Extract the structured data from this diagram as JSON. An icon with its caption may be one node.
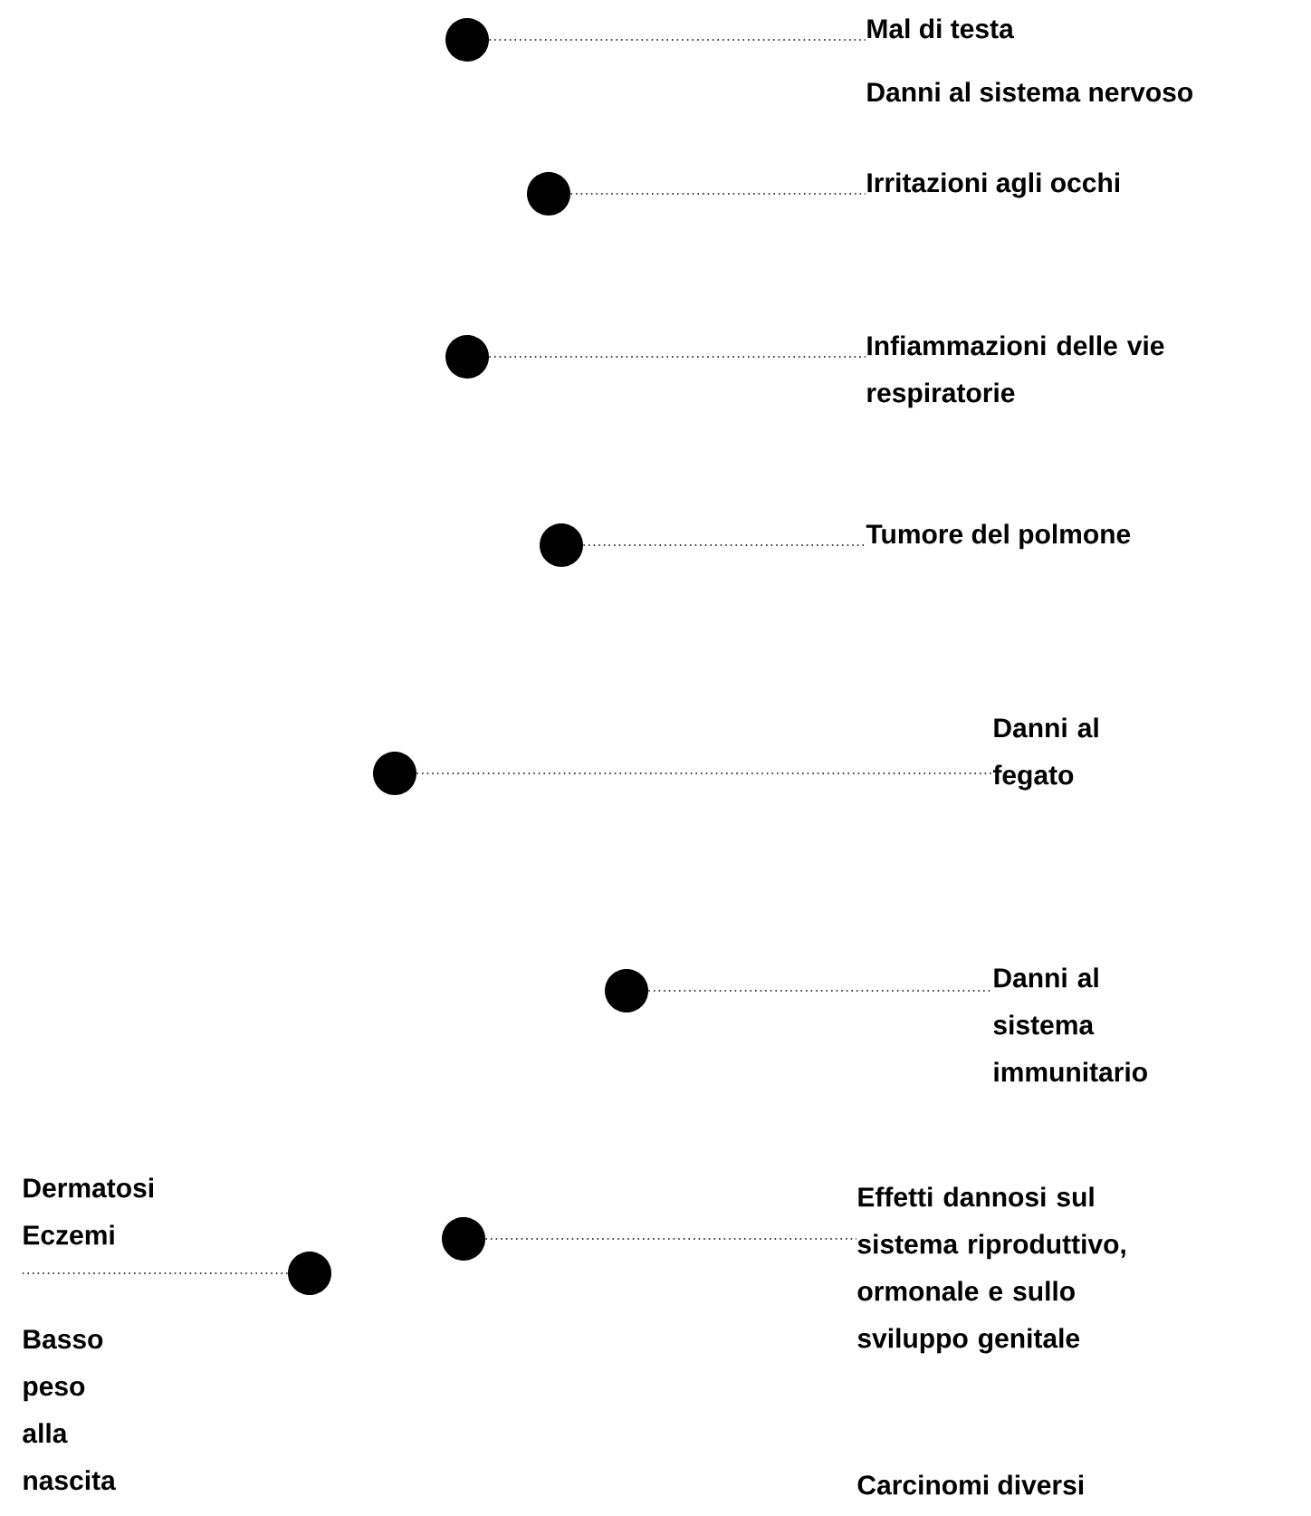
{
  "diagram": {
    "nodes": [
      {
        "text": [
          "Mal di testa"
        ]
      },
      {
        "text": [],
        "shape": "circle"
      },
      {
        "text": [
          "Irritazioni agli occhi"
        ]
      },
      {
        "text": [],
        "shape": "circle"
      },
      {
        "text": [
          "Infiammazioni delle vie respiratorie"
        ]
      },
      {
        "text": [],
        "shape": "circle"
      },
      {
        "text": [
          "Tumore del polmone"
        ]
      },
      {
        "text": [],
        "shape": "circle"
      },
      {
        "text": [
          "Danni al fegato"
        ]
      },
      {
        "text": [],
        "shape": "circle"
      },
      {
        "text": [
          "Danni al sistema immunitario"
        ]
      },
      {
        "text": [],
        "shape": "circle"
      },
      {
        "text": [
          "Dermatosi Eczemi"
        ]
      },
      {
        "text": [],
        "shape": "circle"
      },
      {
        "text": [],
        "shape": "circle"
      },
      {
        "text": [
          "Effetti dannosi sul sistema riproduttivo, ormonale e sullo sviluppo genitale"
        ]
      }
    ],
    "edges": [
      {
        "from": 1,
        "to": 0,
        "arrow": "none"
      },
      {
        "from": 3,
        "to": 2,
        "arrow": "none"
      },
      {
        "from": 5,
        "to": 4,
        "arrow": "none"
      },
      {
        "from": 7,
        "to": 6,
        "arrow": "none"
      },
      {
        "from": 9,
        "to": 8,
        "arrow": "none"
      },
      {
        "from": 11,
        "to": 10,
        "arrow": "none"
      },
      {
        "from": 13,
        "to": 12,
        "arrow": "none"
      },
      {
        "from": 14,
        "to": 15,
        "arrow": "none"
      }
    ],
    "labels": [
      "Danni al sistema nervoso",
      "Basso peso alla nascita",
      "Carcinomi diversi"
    ]
  }
}
